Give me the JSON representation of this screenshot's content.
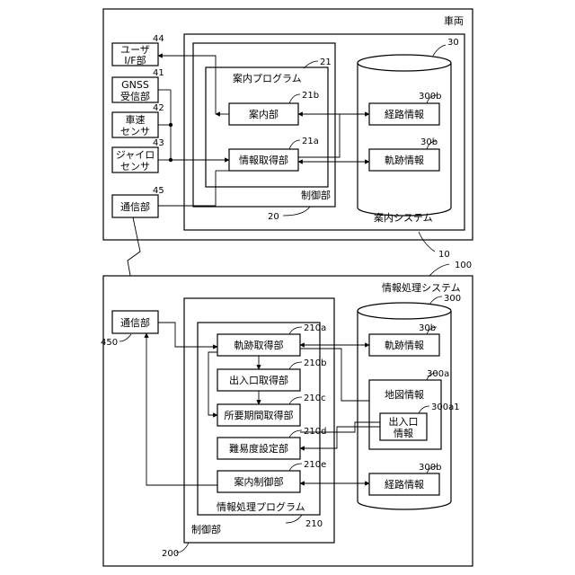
{
  "vehicle": {
    "title": "車両",
    "ref": "10",
    "user_if": {
      "line1": "ユーザ",
      "line2": "I/F部",
      "ref": "44"
    },
    "gnss": {
      "line1": "GNSS",
      "line2": "受信部",
      "ref": "41"
    },
    "speed": {
      "line1": "車速",
      "line2": "センサ",
      "ref": "42"
    },
    "gyro": {
      "line1": "ジャイロ",
      "line2": "センサ",
      "ref": "43"
    },
    "comm": {
      "label": "通信部",
      "ref": "45"
    },
    "control": {
      "label": "制御部",
      "ref": "20"
    },
    "program": {
      "label": "案内プログラム",
      "ref": "21"
    },
    "guide_unit": {
      "label": "案内部",
      "ref": "21b"
    },
    "info_acq": {
      "label": "情報取得部",
      "ref": "21a"
    },
    "guide_system": {
      "label": "案内システム",
      "ref": "30"
    },
    "route_info": {
      "label": "経路情報",
      "ref": "300b"
    },
    "track_info": {
      "label": "軌跡情報",
      "ref": "30b"
    }
  },
  "server": {
    "ref": "100",
    "system": {
      "label": "情報処理システム",
      "ref": "300"
    },
    "comm": {
      "label": "通信部",
      "ref": "450"
    },
    "control": {
      "label": "制御部",
      "ref": "200"
    },
    "program": {
      "label": "情報処理プログラム",
      "ref": "210"
    },
    "track_acq": {
      "label": "軌跡取得部",
      "ref": "210a"
    },
    "entry_acq": {
      "label": "出入口取得部",
      "ref": "210b"
    },
    "period_acq": {
      "label": "所要期間取得部",
      "ref": "210c"
    },
    "difficulty": {
      "label": "難易度設定部",
      "ref": "210d"
    },
    "guide_ctrl": {
      "label": "案内制御部",
      "ref": "210e"
    },
    "track_info": {
      "label": "軌跡情報",
      "ref": "30b"
    },
    "map_info": {
      "label": "地図情報",
      "ref": "300a"
    },
    "entry_info": {
      "line1": "出入口",
      "line2": "情報",
      "ref": "300a1"
    },
    "route_info": {
      "label": "経路情報",
      "ref": "300b"
    }
  }
}
